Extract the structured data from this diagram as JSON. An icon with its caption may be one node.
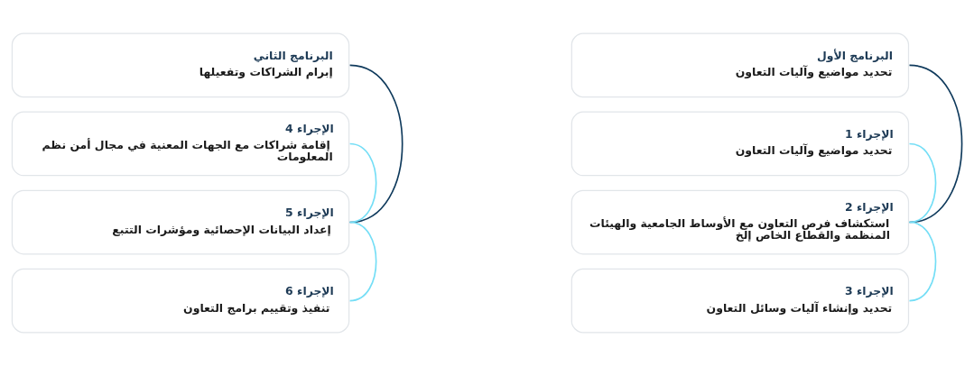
{
  "diagram": {
    "nodes": [
      {
        "text": [
          "البرنامج الأول",
          "تحديد مواضيع وآليات التعاون"
        ]
      },
      {
        "text": [
          "الإجراء 1",
          "تحديد مواضيع وآليات التعاون"
        ]
      },
      {
        "text": [
          "الإجراء 2",
          "استكشاف فرص التعاون مع الأوساط الجامعية والهيئات المنظمة والقطاع الخاص إلخ"
        ]
      },
      {
        "text": [
          "الإجراء 3",
          "تحديد وإنشاء آليات وسائل التعاون"
        ]
      },
      {
        "text": [
          "البرنامج الثاني",
          "إبرام الشراكات وتفعيلها"
        ]
      },
      {
        "text": [
          "الإجراء 4",
          "إقامة شراكات مع الجهات المعنية في مجال أمن نظم المعلومات"
        ]
      },
      {
        "text": [
          "الإجراء 5",
          "إعداد البيانات الإحصائية ومؤشرات التتبع"
        ]
      },
      {
        "text": [
          "الإجراء 6",
          "تنفيذ وتقييم برامج التعاون"
        ]
      }
    ],
    "edges": [
      {
        "from": 0,
        "to": 2,
        "arrow": "none",
        "color": "#0f3a5c"
      },
      {
        "from": 1,
        "to": 2,
        "arrow": "none"
      },
      {
        "from": 2,
        "to": 3,
        "arrow": "none"
      },
      {
        "from": 4,
        "to": 6,
        "arrow": "none",
        "color": "#0f3a5c"
      },
      {
        "from": 5,
        "to": 6,
        "arrow": "none"
      },
      {
        "from": 6,
        "to": 7,
        "arrow": "none"
      }
    ]
  }
}
